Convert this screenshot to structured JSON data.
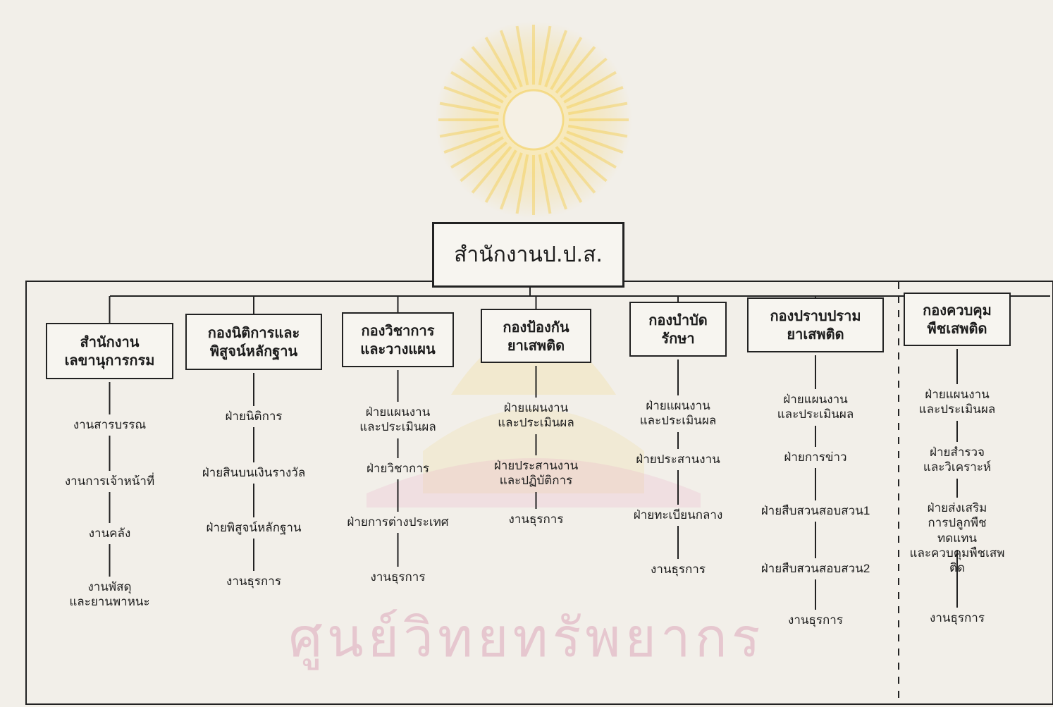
{
  "watermark": {
    "text": "ศูนย์วิทยทรัพยากร",
    "emblem_color": "#f2c94c",
    "text_color": "#d696b0"
  },
  "root": {
    "label": "สำนักงานป.ป.ส."
  },
  "divisions": [
    {
      "title": "สำนักงาน\nเลขานุการกรม",
      "items": [
        "งานสารบรรณ",
        "งานการเจ้าหน้าที่",
        "งานคลัง",
        "งานพัสดุ\nและยานพาหนะ"
      ]
    },
    {
      "title": "กองนิติการและ\nพิสูจน์หลักฐาน",
      "items": [
        "ฝ่ายนิติการ",
        "ฝ่ายสินบนเงินรางวัล",
        "ฝ่ายพิสูจน์หลักฐาน",
        "งานธุรการ"
      ]
    },
    {
      "title": "กองวิชาการ\nและวางแผน",
      "items": [
        "ฝ่ายแผนงาน\nและประเมินผล",
        "ฝ่ายวิชาการ",
        "ฝ่ายการต่างประเทศ",
        "งานธุรการ"
      ]
    },
    {
      "title": "กองป้องกัน\nยาเสพติด",
      "items": [
        "ฝ่ายแผนงาน\nและประเมินผล",
        "ฝ่ายประสานงาน\nและปฏิบัติการ",
        "งานธุรการ"
      ]
    },
    {
      "title": "กองบำบัด\nรักษา",
      "items": [
        "ฝ่ายแผนงาน\nและประเมินผล",
        "ฝ่ายประสานงาน",
        "ฝ่ายทะเบียนกลาง",
        "งานธุรการ"
      ]
    },
    {
      "title": "กองปราบปราม\nยาเสพติด",
      "items": [
        "ฝ่ายแผนงาน\nและประเมินผล",
        "ฝ่ายการข่าว",
        "ฝ่ายสืบสวนสอบสวน1",
        "ฝ่ายสืบสวนสอบสวน2",
        "งานธุรการ"
      ]
    },
    {
      "title": "กองควบคุม\nพืชเสพติด",
      "items": [
        "ฝ่ายแผนงาน\nและประเมินผล",
        "ฝ่ายสำรวจ\nและวิเคราะห์",
        "ฝ่ายส่งเสริม\nการปลูกพืชทดแทน\nและควบคุมพืชเสพติด",
        "งานธุรการ"
      ]
    }
  ]
}
